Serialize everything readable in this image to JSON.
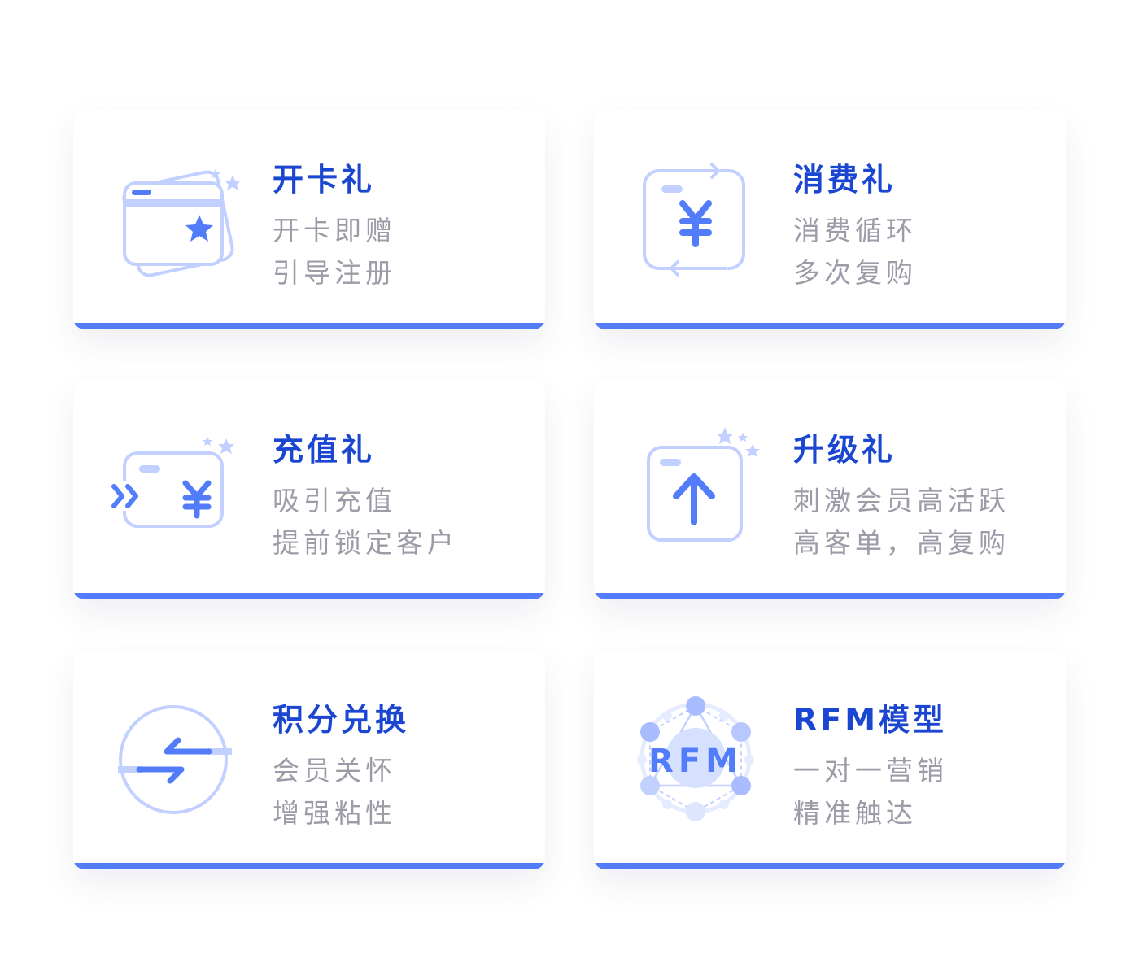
{
  "colors": {
    "accent": "#527cf9",
    "title": "#1b46d2",
    "subtext": "#9c9ca8",
    "icon_light": "#c2d0ff"
  },
  "cards": [
    {
      "title": "开卡礼",
      "lines": [
        "开卡即赠",
        "引导注册"
      ],
      "icon": "card-star-icon"
    },
    {
      "title": "消费礼",
      "lines": [
        "消费循环",
        "多次复购"
      ],
      "icon": "yuan-cycle-icon"
    },
    {
      "title": "充值礼",
      "lines": [
        "吸引充值",
        "提前锁定客户"
      ],
      "icon": "recharge-card-icon"
    },
    {
      "title": "升级礼",
      "lines": [
        "刺激会员高活跃",
        "高客单，高复购"
      ],
      "icon": "upgrade-arrow-icon"
    },
    {
      "title": "积分兑换",
      "lines": [
        "会员关怀",
        "增强粘性"
      ],
      "icon": "exchange-icon"
    },
    {
      "title": "RFM模型",
      "lines": [
        "一对一营销",
        "精准触达"
      ],
      "icon": "rfm-network-icon",
      "icon_text": "RFM"
    }
  ]
}
